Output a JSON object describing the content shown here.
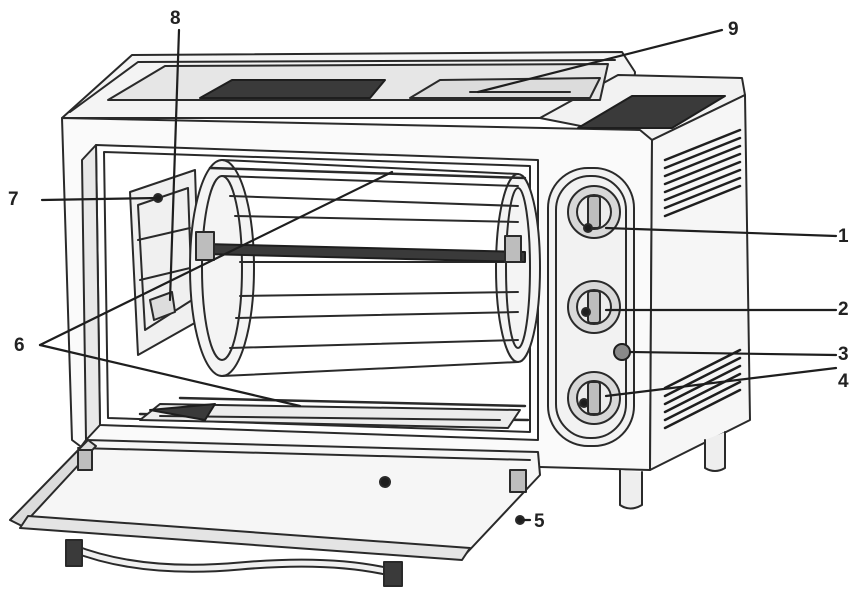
{
  "callouts": [
    {
      "id": "1",
      "text": "1"
    },
    {
      "id": "2",
      "text": "2"
    },
    {
      "id": "3",
      "text": "3"
    },
    {
      "id": "4",
      "text": "4"
    },
    {
      "id": "5",
      "text": "5"
    },
    {
      "id": "6",
      "text": "6"
    },
    {
      "id": "7",
      "text": "7"
    },
    {
      "id": "8",
      "text": "8"
    },
    {
      "id": "9",
      "text": "9"
    }
  ],
  "colors": {
    "line": "#2a2a2a",
    "shade": "#cfcfcf",
    "dark": "#1e1e1e",
    "background": "#ffffff"
  }
}
